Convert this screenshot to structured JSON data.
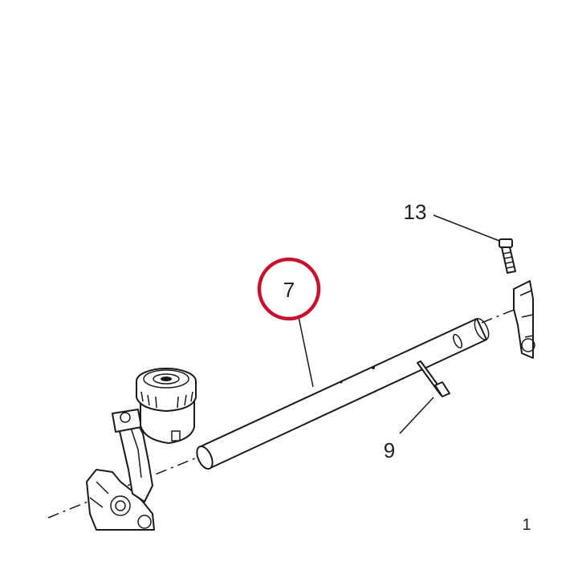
{
  "diagram": {
    "callouts": [
      {
        "id": "7",
        "label": "7",
        "highlighted": true
      },
      {
        "id": "9",
        "label": "9",
        "highlighted": false
      },
      {
        "id": "13",
        "label": "13",
        "highlighted": false
      }
    ],
    "page_marker": "1",
    "highlight_color": "#c8102e",
    "line_color": "#1a1a1a"
  }
}
